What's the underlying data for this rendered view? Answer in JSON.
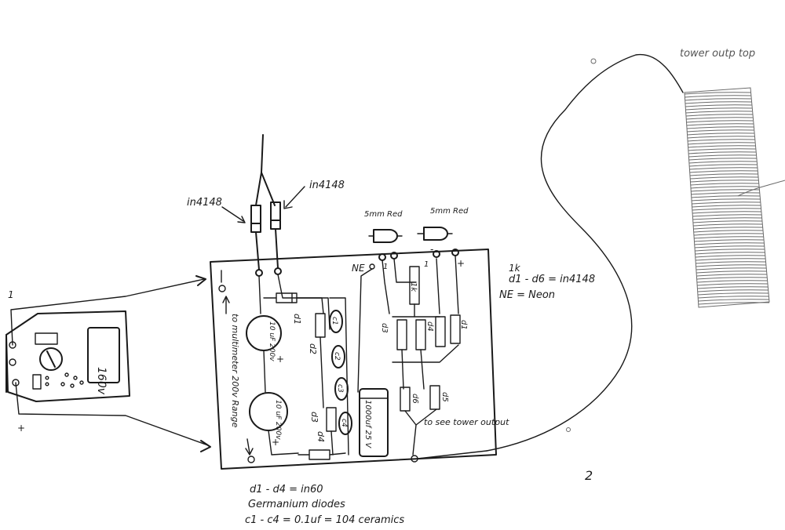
{
  "labels": {
    "diode_left": "in4148",
    "diode_right": "in4148",
    "led1": "5mm Red",
    "led2": "5mm Red",
    "neon": "NE",
    "tower_top": "tower outp top",
    "side_note_1": "1k",
    "side_note_2": "d1 - d6 = in4148",
    "side_note_3": "NE = Neon",
    "cap1": "10 uF 200v",
    "cap2": "10 uF 200v",
    "big_cap": "1000uf 25 V",
    "multimeter_note": "to multimeter 200v Range",
    "tower_out_note": "to see tower output",
    "bottom_1": "d1 - d4 = in60",
    "bottom_2": "Germanium diodes",
    "bottom_3": "c1 - c4 = 0.1uf = 104 ceramics",
    "meter_display": "160v",
    "d1": "d1",
    "d2": "d2",
    "d3": "d3",
    "d4": "d4",
    "d5": "d5",
    "d6": "d6",
    "c1": "c1",
    "c2": "c2",
    "c3": "c3",
    "c4": "c4",
    "r1k": "1k",
    "plus": "+",
    "minus": "-",
    "one": "1",
    "page_num": "2"
  }
}
